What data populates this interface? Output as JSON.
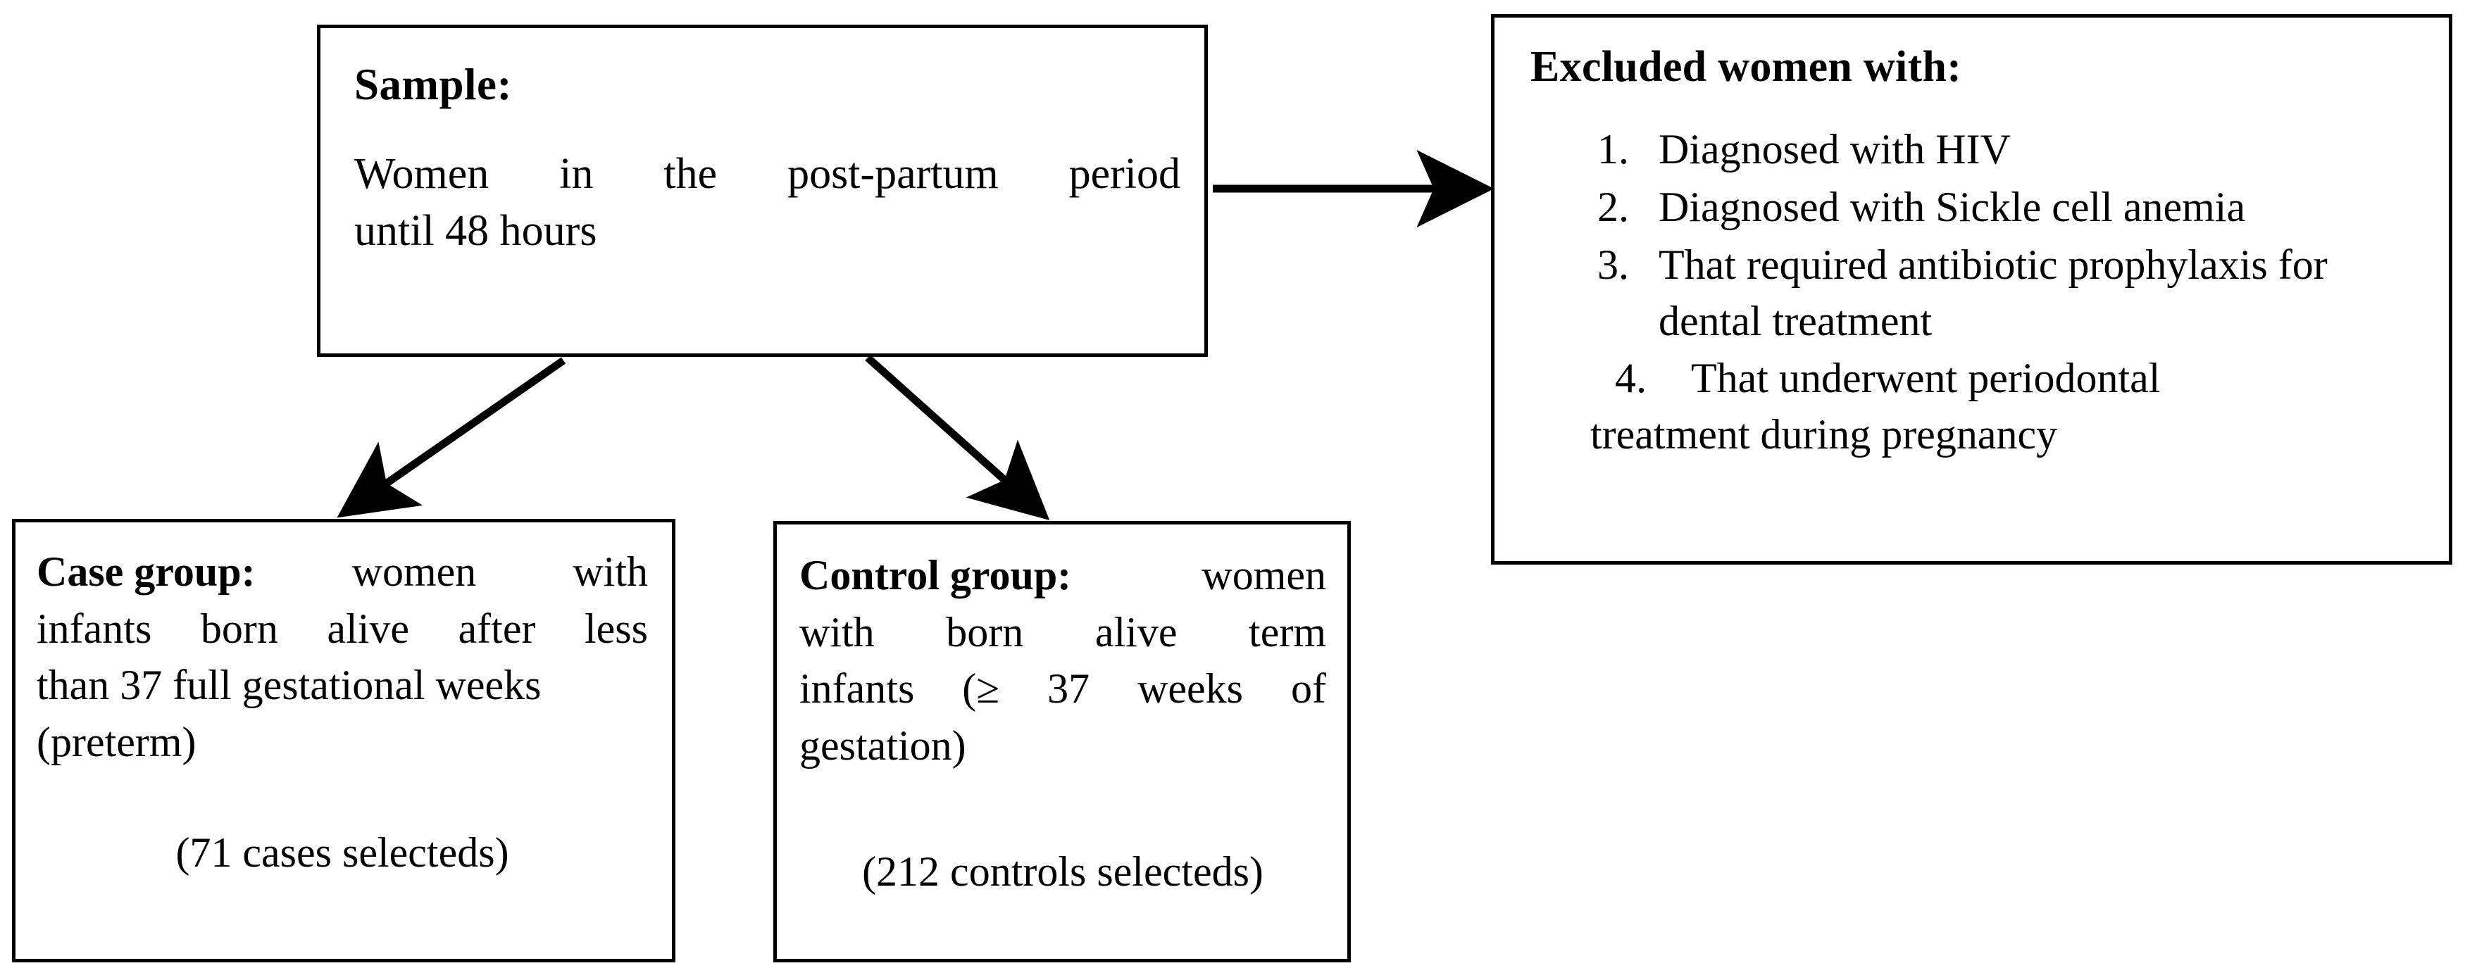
{
  "diagram": {
    "title": "Study sample selection flowchart",
    "colors": {
      "line": "#000000",
      "background": "#ffffff",
      "text": "#000000"
    },
    "sample_box": {
      "heading": "Sample:",
      "lines": [
        [
          "Women",
          "in",
          "the",
          "post-partum",
          "period"
        ],
        [
          "until 48 hours"
        ]
      ],
      "full_text": "Women in the post-partum period until 48 hours"
    },
    "excluded_box": {
      "heading": "Excluded women with:",
      "items": [
        {
          "number": "1.",
          "text": "Diagnosed with HIV",
          "continuation": ""
        },
        {
          "number": "2.",
          "text": "Diagnosed with Sickle cell anemia",
          "continuation": ""
        },
        {
          "number": "3.",
          "text": "That required antibiotic prophylaxis",
          "continuation": "for dental treatment"
        },
        {
          "number": "4.",
          "text": "That underwent periodontal",
          "continuation": "treatment during pregnancy"
        }
      ]
    },
    "case_box": {
      "label": "Case group:",
      "lines": [
        [
          "women",
          "with"
        ],
        [
          "infants",
          "born",
          "alive",
          "after",
          "less"
        ],
        [
          "than 37 full gestational weeks"
        ],
        [
          "(preterm)"
        ]
      ],
      "full_text": "Case group: women with infants born alive after less than 37 full gestational weeks (preterm)",
      "count_text": "(71 cases selecteds)",
      "count_value": 71
    },
    "control_box": {
      "label": "Control group:",
      "lines": [
        [
          "women"
        ],
        [
          "with",
          "born",
          "alive",
          "term"
        ],
        [
          "infants",
          "(≥",
          "37",
          "weeks",
          "of"
        ],
        [
          "gestation)"
        ]
      ],
      "full_text": "Control group: women with born alive term infants (≥ 37 weeks of gestation)",
      "count_text": "(212 controls selecteds)",
      "count_value": 212
    },
    "arrows": [
      {
        "name": "sample-to-excluded",
        "direction": "right"
      },
      {
        "name": "sample-to-case",
        "direction": "down-left"
      },
      {
        "name": "sample-to-control",
        "direction": "down-right"
      }
    ]
  }
}
